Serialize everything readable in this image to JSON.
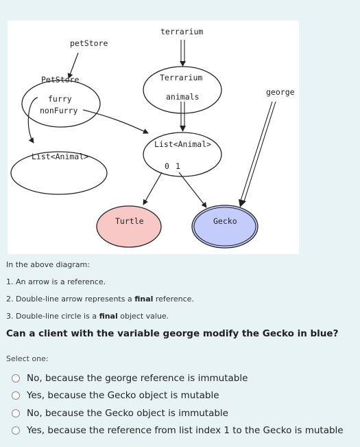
{
  "diagram": {
    "labels": {
      "petstore_var": "petStore",
      "terrarium_var": "terrarium",
      "petstore_class": "PetStore",
      "furry": "furry",
      "nonfurry": "nonFurry",
      "terrarium_class": "Terrarium",
      "animals": "animals",
      "george_var": "george",
      "list_right": "List<Animal>",
      "list_left": "List<Animal>",
      "index_0": "0",
      "index_1": "1",
      "turtle": "Turtle",
      "gecko": "Gecko"
    },
    "colors": {
      "turtle_fill": "#f8c8c6",
      "gecko_fill": "#c3ccfb"
    }
  },
  "notes": {
    "intro": "In the above diagram:",
    "item1": "1. An arrow is a reference.",
    "item2_pre": "2. Double-line arrow represents a ",
    "item2_bold": "final",
    "item2_post": " reference.",
    "item3_pre": "3. Double-line circle is a ",
    "item3_bold": "final",
    "item3_post": " object value."
  },
  "question": "Can a client with the variable george modify the Gecko in blue?",
  "select_one": "Select one:",
  "options": [
    "No, because the george reference is immutable",
    "Yes, because the Gecko object is mutable",
    "No, because the Gecko object is immutable",
    "Yes, because the reference from list index 1 to the Gecko is mutable"
  ]
}
